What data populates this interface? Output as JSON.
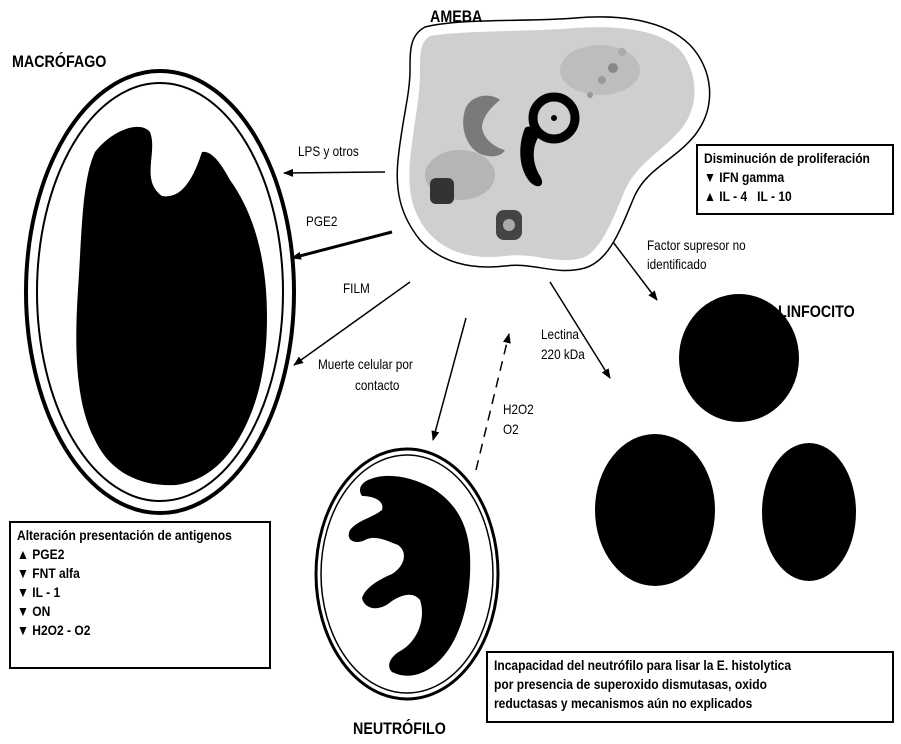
{
  "labels": {
    "ameba": "AMEBA",
    "macrofago": "MACRÓFAGO",
    "linfocito": "LINFOCITO",
    "neutrofilo": "NEUTRÓFILO"
  },
  "arrows": {
    "lps": "LPS y otros",
    "pge2": "PGE2",
    "film": "FILM",
    "muerte_1": "Muerte celular por",
    "muerte_2": "contacto",
    "h2o2": "H2O2",
    "o2": "O2",
    "lectina_1": "Lectina",
    "lectina_2": "220 kDa",
    "factor_1": "Factor supresor no",
    "factor_2": "identificado"
  },
  "box_linfocito": {
    "title": "Disminución de proliferación",
    "items": [
      {
        "symbol": "▼",
        "text": "IFN gamma"
      },
      {
        "symbol": "▲",
        "text": "IL - 4   IL - 10"
      }
    ]
  },
  "box_macrofago": {
    "title": "Alteración presentación de antigenos",
    "items": [
      {
        "symbol": "▲",
        "text": "PGE2"
      },
      {
        "symbol": "▼",
        "text": "FNT alfa"
      },
      {
        "symbol": "▼",
        "text": "IL - 1"
      },
      {
        "symbol": "▼",
        "text": "ON"
      },
      {
        "symbol": "▼",
        "text": "H2O2 - O2"
      }
    ]
  },
  "box_neutrofilo": {
    "lines": [
      "Incapacidad del neutrófilo para lisar la E. histolytica",
      "por presencia de superoxido dismutasas, oxido",
      "reductasas y mecanismos aún no explicados"
    ]
  }
}
